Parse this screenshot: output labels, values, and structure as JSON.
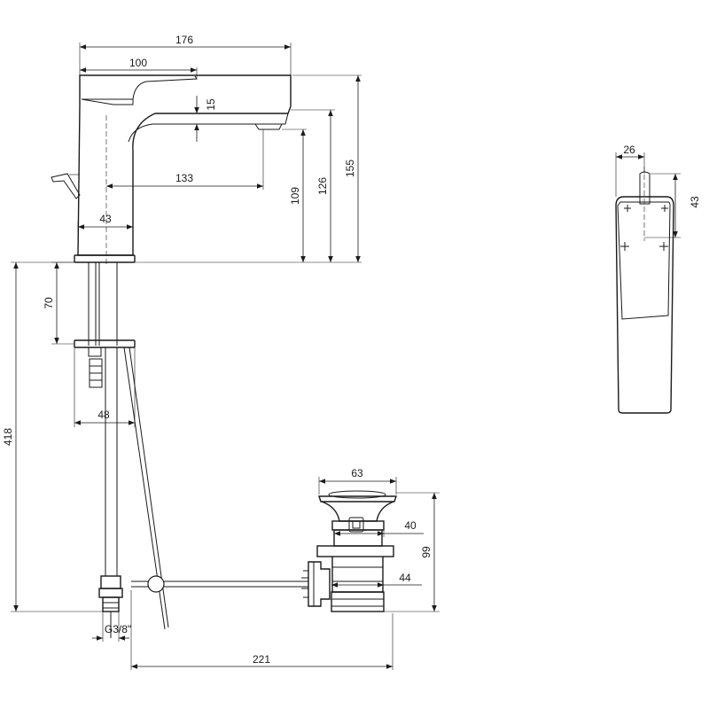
{
  "dimensions": {
    "tap_width": "176",
    "handle_reach": "100",
    "aerator_offset": "15",
    "spout_projection": "133",
    "spout_outlet_height": "109",
    "spout_top_height": "126",
    "overall_height": "155",
    "base_diameter": "43",
    "below_deck_thread": "70",
    "shank_diameter": "48",
    "hose_length": "418",
    "hose_connection": "G3/8\"",
    "waste_length": "221",
    "waste_flange": "63",
    "waste_body": "40",
    "waste_outlet": "44",
    "waste_height": "99",
    "handle_width": "26",
    "handle_depth": "43"
  },
  "colors": {
    "line": "#1a1a1a",
    "background": "#ffffff"
  }
}
